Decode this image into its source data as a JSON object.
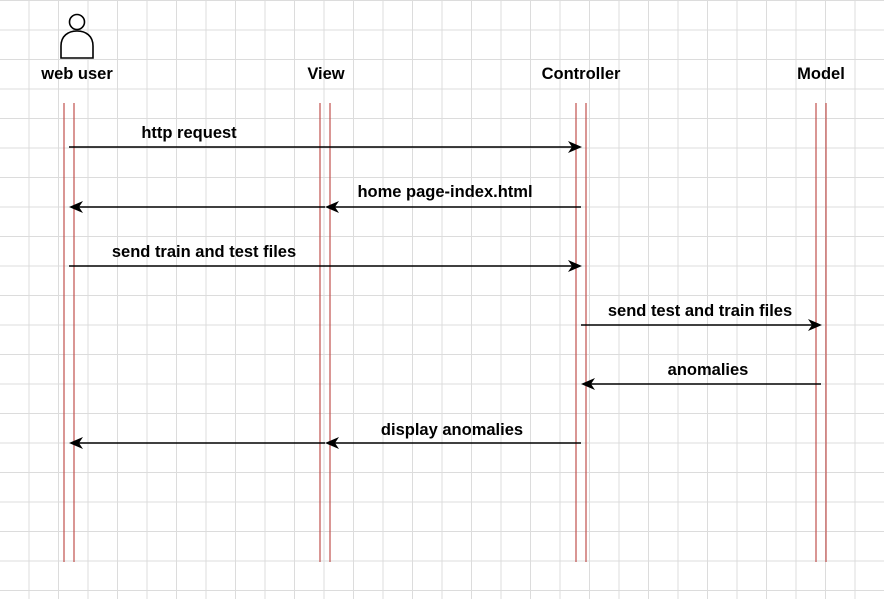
{
  "participants": [
    {
      "id": "web_user",
      "label": "web user",
      "is_actor": true
    },
    {
      "id": "view",
      "label": "View",
      "is_actor": false
    },
    {
      "id": "controller",
      "label": "Controller",
      "is_actor": false
    },
    {
      "id": "model",
      "label": "Model",
      "is_actor": false
    }
  ],
  "messages": [
    {
      "from": "web_user",
      "to": "controller",
      "label": "http request"
    },
    {
      "from": "controller",
      "to": "web_user",
      "label": "home page-index.html"
    },
    {
      "from": "web_user",
      "to": "controller",
      "label": "send train and test files"
    },
    {
      "from": "controller",
      "to": "model",
      "label": "send test and train files"
    },
    {
      "from": "model",
      "to": "controller",
      "label": "anomalies"
    },
    {
      "from": "controller",
      "to": "web_user",
      "label": "display anomalies"
    }
  ],
  "colors": {
    "lifeline": "#c0504d",
    "grid": "#dcdcdc",
    "arrow": "#000000"
  },
  "icons": {
    "actor": "person-icon"
  }
}
